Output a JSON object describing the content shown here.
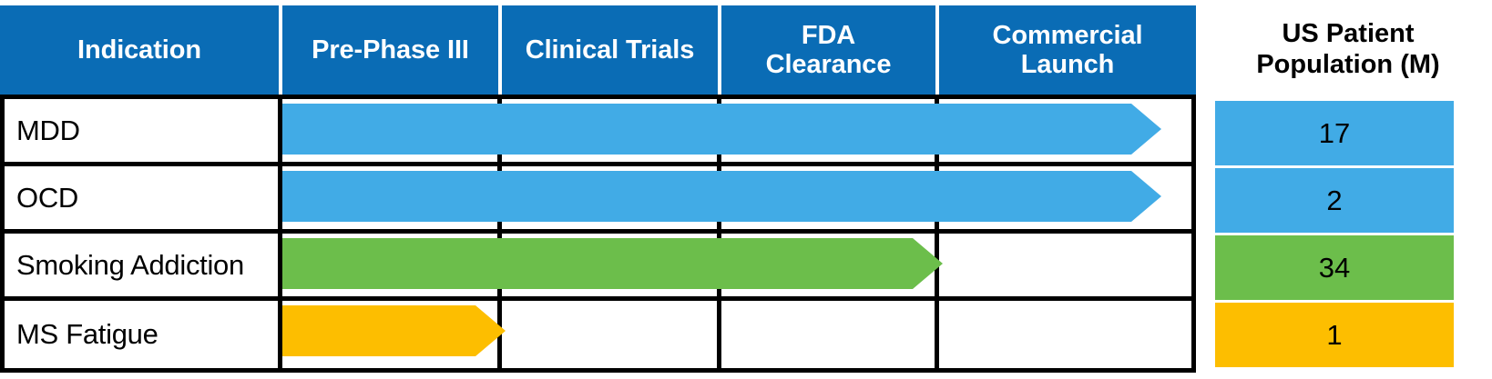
{
  "chart_data": {
    "type": "table",
    "title": "",
    "columns": [
      "Indication",
      "Pre-Phase III",
      "Clinical Trials",
      "FDA Clearance",
      "Commercial Launch"
    ],
    "right_panel_header": "US Patient Population (M)",
    "stages": [
      "Pre-Phase III",
      "Clinical Trials",
      "FDA Clearance",
      "Commercial Launch"
    ],
    "rows": [
      {
        "indication": "MDD",
        "progress_stages": 4,
        "progress_label": "Commercial Launch",
        "arrow_color": "#41ABE6",
        "us_patient_population_m": "17"
      },
      {
        "indication": "OCD",
        "progress_stages": 4,
        "progress_label": "Commercial Launch",
        "arrow_color": "#41ABE6",
        "us_patient_population_m": "2"
      },
      {
        "indication": "Smoking Addiction",
        "progress_stages": 3,
        "progress_label": "FDA Clearance",
        "arrow_color": "#6CBE4B",
        "us_patient_population_m": "34"
      },
      {
        "indication": "MS Fatigue",
        "progress_stages": 1,
        "progress_label": "Pre-Phase III",
        "arrow_color": "#FDBE00",
        "us_patient_population_m": "1"
      }
    ],
    "legend": [],
    "colors": {
      "header_blue": "#0a6cb5",
      "arrow_blue": "#41ABE6",
      "arrow_green": "#6CBE4B",
      "arrow_yellow": "#FDBE00",
      "border": "#000000",
      "text": "#000000",
      "header_text": "#ffffff"
    }
  },
  "table": {
    "headers": {
      "indication": "Indication",
      "pre_phase_iii": "Pre-Phase III",
      "clinical_trials": "Clinical Trials",
      "fda_clearance": "FDA\nClearance",
      "fda_clearance_line1": "FDA",
      "fda_clearance_line2": "Clearance",
      "commercial_launch_line1": "Commercial",
      "commercial_launch_line2": "Launch"
    },
    "rows": [
      {
        "indication": "MDD"
      },
      {
        "indication": "OCD"
      },
      {
        "indication": "Smoking Addiction"
      },
      {
        "indication": "MS Fatigue"
      }
    ]
  },
  "population_panel": {
    "header_line1": "US Patient",
    "header_line2": "Population (M)",
    "values": [
      {
        "value": "17"
      },
      {
        "value": "2"
      },
      {
        "value": "34"
      },
      {
        "value": "1"
      }
    ]
  }
}
